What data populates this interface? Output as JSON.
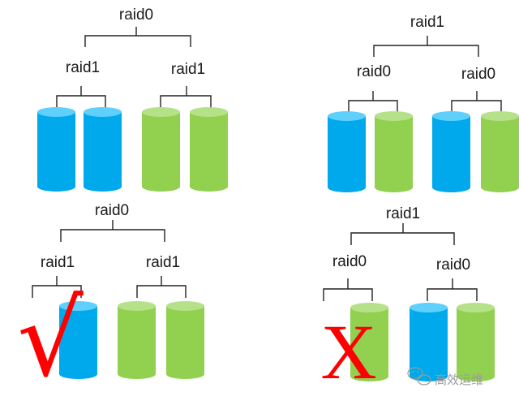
{
  "colors": {
    "blue_body": "#00a8ec",
    "blue_top": "#5fd0fb",
    "green_body": "#92d050",
    "green_top": "#b5e289",
    "mark_red": "#ff0000"
  },
  "labels": {
    "p1_top": "raid0",
    "p1_left": "raid1",
    "p1_right": "raid1",
    "p2_top": "raid1",
    "p2_left": "raid0",
    "p2_right": "raid0",
    "p3_top": "raid0",
    "p3_left": "raid1",
    "p3_right": "raid1",
    "p4_top": "raid1",
    "p4_left": "raid0",
    "p4_right": "raid0"
  },
  "marks": {
    "check": "√",
    "cross": "X"
  },
  "watermark": {
    "icon": "wechat-icon",
    "text": "高效运维"
  }
}
